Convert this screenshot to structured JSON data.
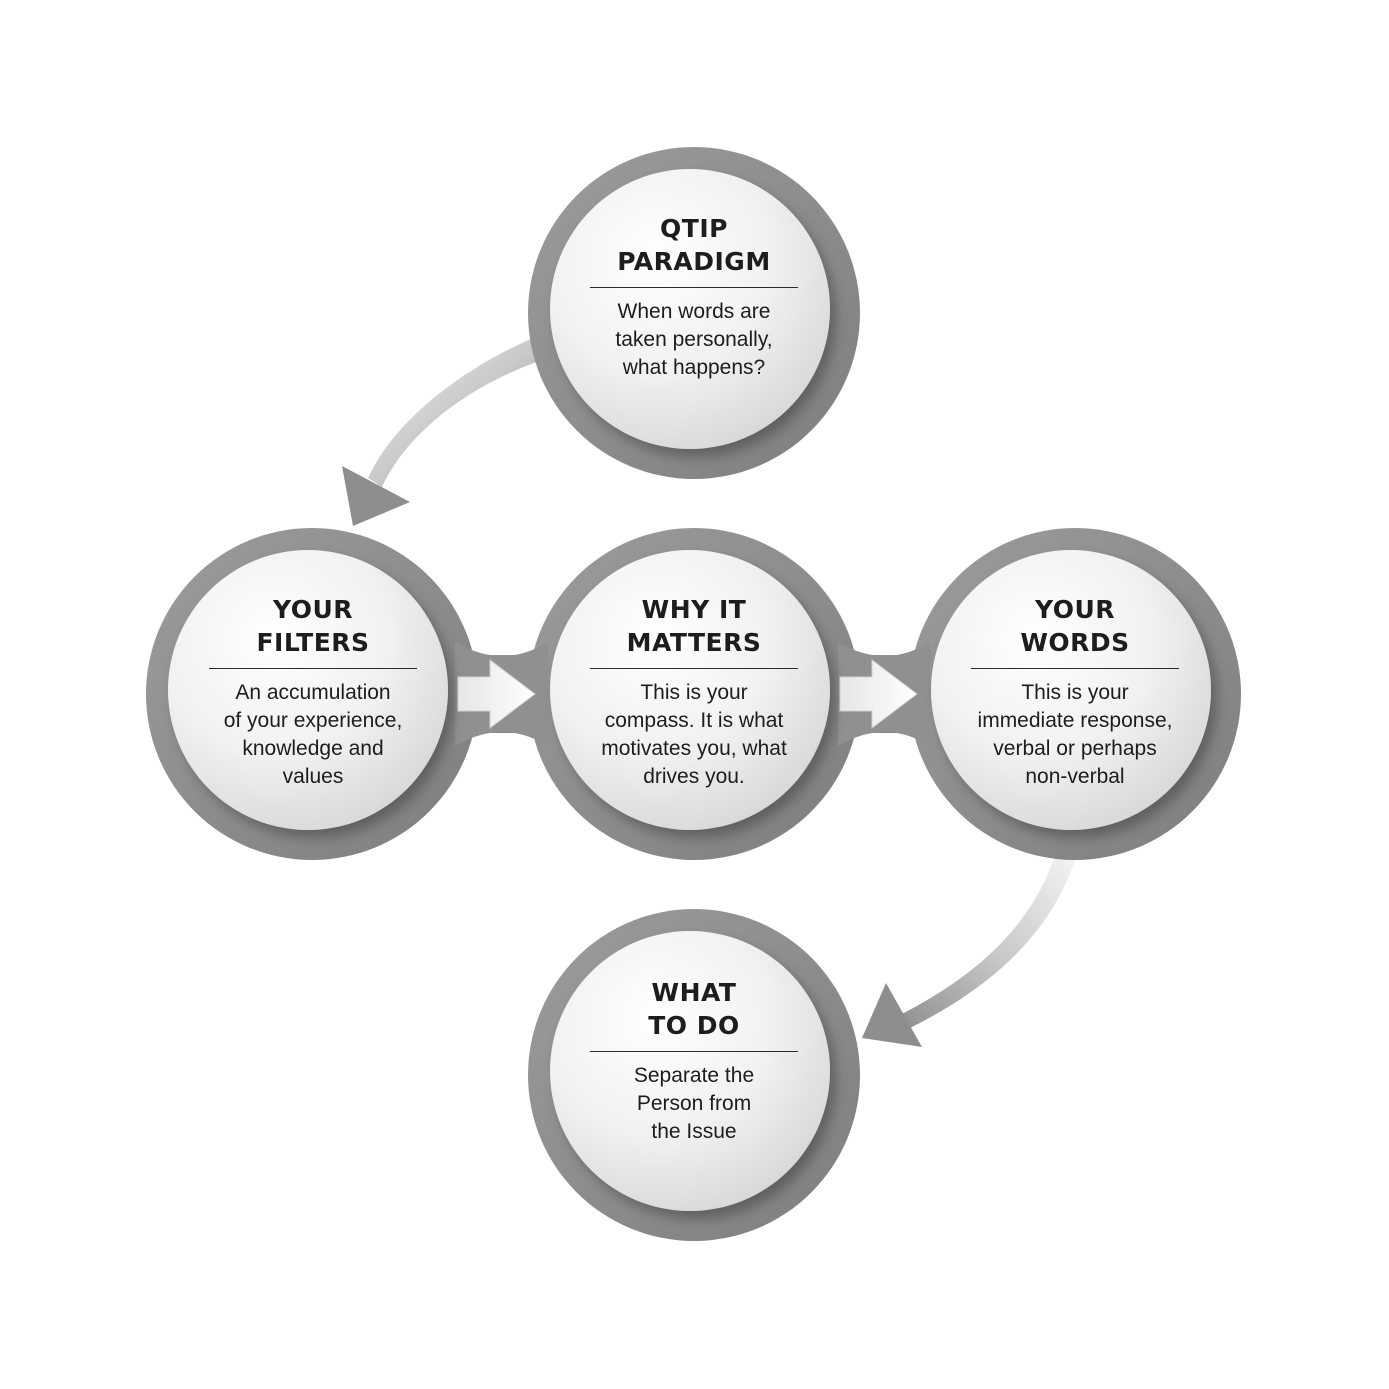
{
  "nodes": [
    {
      "id": "qtip-paradigm",
      "title_lines": [
        "QTIP",
        "PARADIGM"
      ],
      "body_lines": [
        "When words are",
        "taken personally,",
        "what happens?"
      ]
    },
    {
      "id": "your-filters",
      "title_lines": [
        "YOUR",
        "FILTERS"
      ],
      "body_lines": [
        "An accumulation",
        "of your experience,",
        "knowledge and",
        "values"
      ]
    },
    {
      "id": "why-it-matters",
      "title_lines": [
        "WHY IT",
        "MATTERS"
      ],
      "body_lines": [
        "This is your",
        "compass. It is what",
        "motivates you, what",
        "drives you."
      ]
    },
    {
      "id": "your-words",
      "title_lines": [
        "YOUR",
        "WORDS"
      ],
      "body_lines": [
        "This is your",
        "immediate response,",
        "verbal or perhaps",
        "non-verbal"
      ]
    },
    {
      "id": "what-to-do",
      "title_lines": [
        "WHAT",
        "TO DO"
      ],
      "body_lines": [
        "Separate the",
        "Person from",
        "the Issue"
      ]
    }
  ],
  "colors": {
    "ring": "#8d8e90",
    "ring_shadow": "#6f7072",
    "face_light": "#ffffff",
    "face_dark": "#d9d9d9",
    "arrow_light": "#f2f2f2",
    "arrow_dark": "#9a9a9a",
    "text": "#1d1d1d"
  }
}
